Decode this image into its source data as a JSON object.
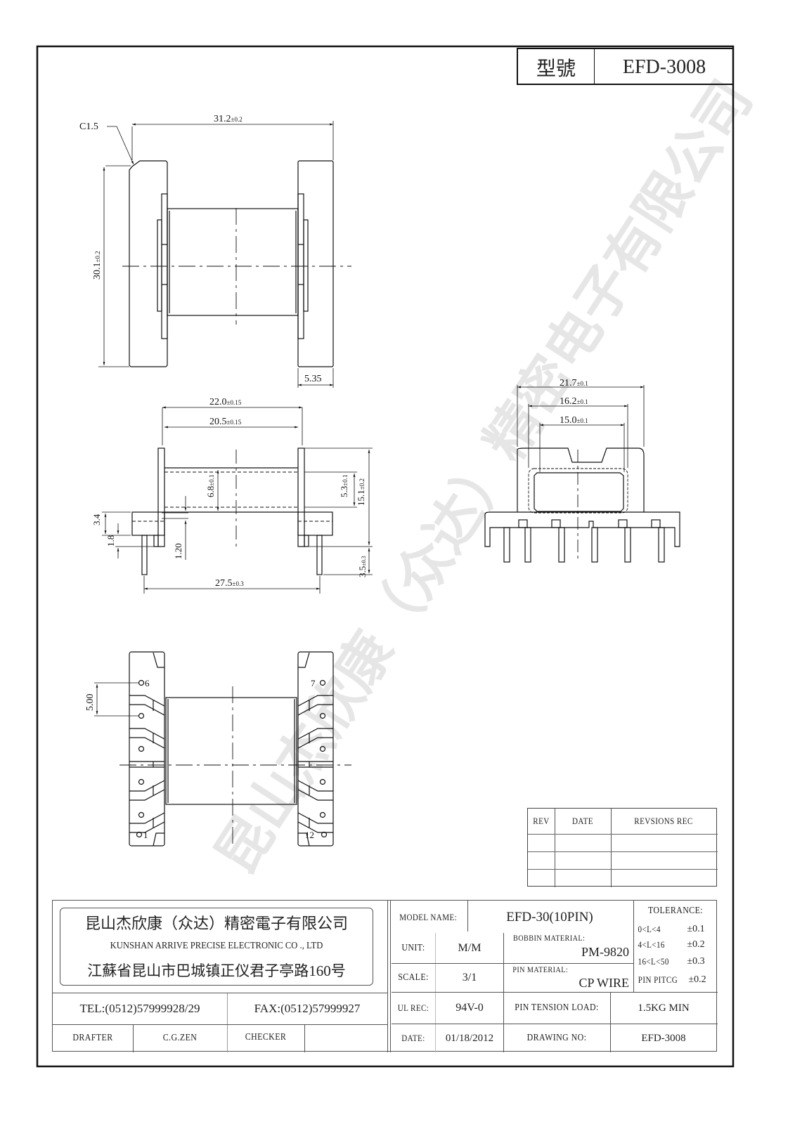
{
  "title_block": {
    "model_label": "型號",
    "model_value": "EFD-3008"
  },
  "watermark": {
    "text": "昆山杰欣康（众达）精密电子有限公司"
  },
  "views": {
    "top_view": {
      "dims": {
        "chamfer": "C1.5",
        "overall_length": "31.2",
        "overall_length_tol": "±0.2",
        "height": "30.1",
        "height_tol": "±0.2",
        "flange_thickness": "5.35"
      }
    },
    "side_view": {
      "dims": {
        "outer_width": "22.0",
        "outer_width_tol": "±0.15",
        "inner_width": "20.5",
        "inner_width_tol": "±0.15",
        "core_height": "6.8",
        "core_height_tol": "±0.1",
        "window": "5.3",
        "window_tol": "±0.1",
        "total_height": "15.1",
        "total_height_tol": "±0.2",
        "base_height": "3.4",
        "step": "1.8",
        "gap": "1.20",
        "pin_length": "3.5",
        "pin_length_tol": "±0.3",
        "pin_span": "27.5",
        "pin_span_tol": "±0.3"
      }
    },
    "end_view": {
      "dims": {
        "outer": "21.7",
        "outer_tol": "±0.1",
        "mid": "16.2",
        "mid_tol": "±0.1",
        "inner": "15.0",
        "inner_tol": "±0.1"
      }
    },
    "bottom_view": {
      "pin_pitch": "5.00",
      "pins_left": [
        "6",
        "1"
      ],
      "pins_right": [
        "7",
        "12"
      ]
    }
  },
  "revision_table": {
    "headers": [
      "REV",
      "DATE",
      "REVSIONS  REC"
    ],
    "rows": [
      [
        "",
        "",
        ""
      ],
      [
        "",
        "",
        ""
      ],
      [
        "",
        "",
        ""
      ]
    ]
  },
  "company": {
    "name_cn": "昆山杰欣康（众达）精密電子有限公司",
    "name_en": "KUNSHAN ARRIVE PRECISE ELECTRONIC CO ., LTD",
    "address": "江蘇省昆山市巴城镇正仪君子亭路160号",
    "tel": "TEL:(0512)57999928/29",
    "fax": "FAX:(0512)57999927",
    "drafter_label": "DRAFTER",
    "drafter": "C.G.ZEN",
    "checker_label": "CHECKER",
    "checker": ""
  },
  "spec": {
    "model_name_label": "MODEL NAME:",
    "model_name": "EFD-30(10PIN)",
    "unit_label": "UNIT:",
    "unit": "M/M",
    "bobbin_material_label": "BOBBIN MATERIAL:",
    "bobbin_material": "PM-9820",
    "scale_label": "SCALE:",
    "scale": "3/1",
    "pin_material_label": "PIN MATERIAL:",
    "pin_material": "CP WIRE",
    "ul_rec_label": "UL REC:",
    "ul_rec": "94V-0",
    "pin_tension_label": "PIN TENSION LOAD:",
    "pin_tension": "1.5KG MIN",
    "date_label": "DATE:",
    "date": "01/18/2012",
    "drawing_no_label": "DRAWING NO:",
    "drawing_no": "EFD-3008"
  },
  "tolerance": {
    "title": "TOLERANCE:",
    "rows": [
      {
        "range": "0<L<4",
        "tol": "±0.1"
      },
      {
        "range": "4<L<16",
        "tol": "±0.2"
      },
      {
        "range": "16<L<50",
        "tol": "±0.3"
      },
      {
        "range": "PIN PITCG",
        "tol": "±0.2"
      }
    ]
  }
}
